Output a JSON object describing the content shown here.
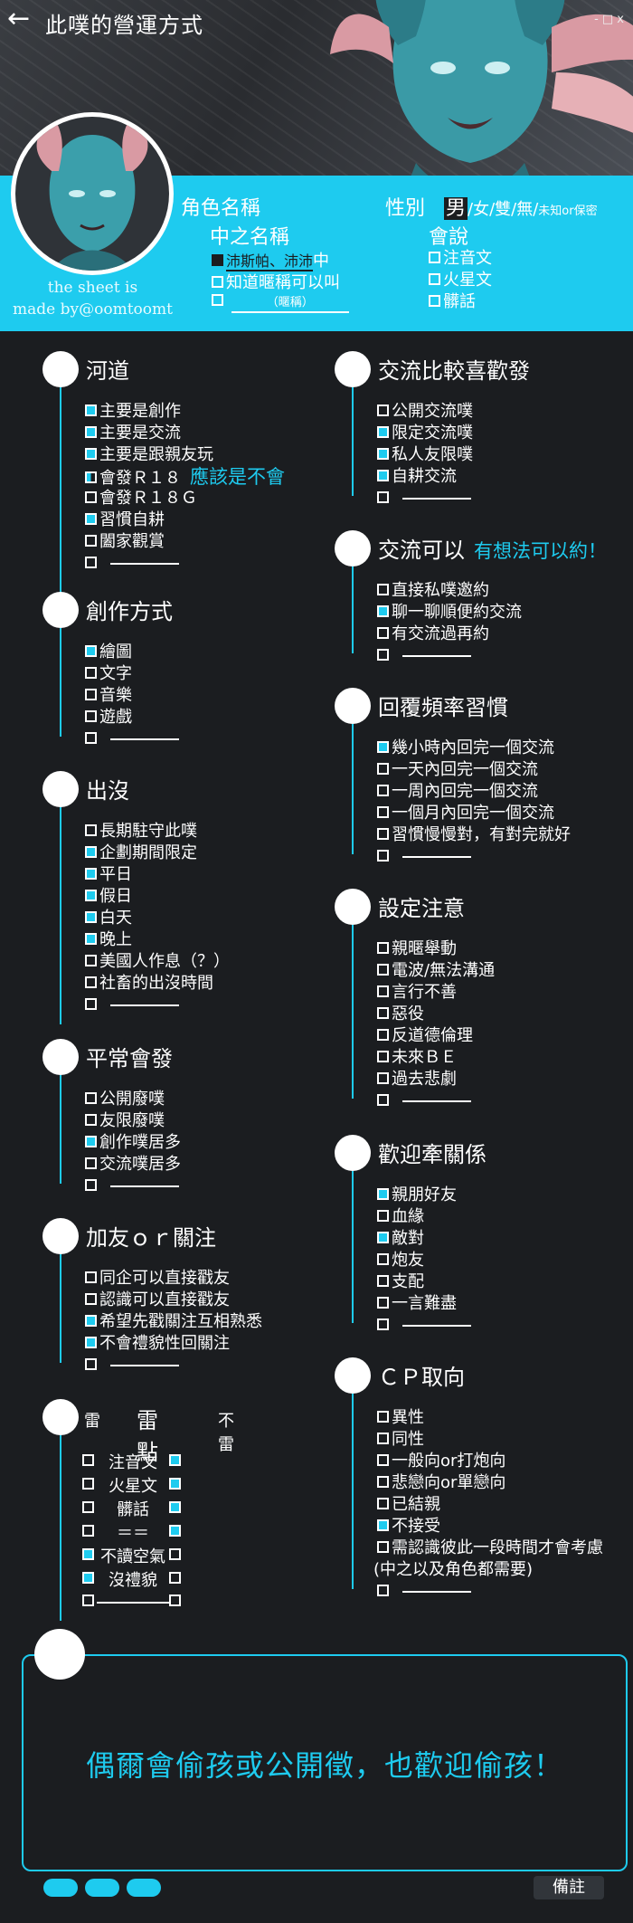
{
  "header": {
    "title": "此噗的營運方式",
    "window_controls": "- □ x"
  },
  "profile": {
    "char_name_label": "角色名稱",
    "gender_label": "性別",
    "gender_selected": "男",
    "gender_others": "/女/雙/無/",
    "gender_unknown": "未知or保密",
    "nakano_label": "中之名稱",
    "nakano_option1": "沛斯帕、沛沛",
    "nakano_option1_suffix": "中",
    "nakano_option2": "知道暱稱可以叫",
    "nicknames": "（暱稱）",
    "speak_label": "會說",
    "speak_options": [
      "注音文",
      "火星文",
      "髒話"
    ],
    "credit_line1": "the sheet is",
    "credit_line2": "made by@oomtoomt"
  },
  "left": [
    {
      "title": "河道",
      "items": [
        [
          "on",
          "主要是創作"
        ],
        [
          "on",
          "主要是交流"
        ],
        [
          "on",
          "主要是跟親友玩"
        ],
        [
          "half",
          "會發Ｒ１８"
        ],
        [
          "off",
          "會發Ｒ１８Ｇ"
        ],
        [
          "on",
          "習慣自耕"
        ],
        [
          "off",
          "闔家觀賞"
        ],
        [
          "off",
          ""
        ]
      ],
      "note": "應該是不會"
    },
    {
      "title": "創作方式",
      "items": [
        [
          "on",
          "繪圖"
        ],
        [
          "off",
          "文字"
        ],
        [
          "off",
          "音樂"
        ],
        [
          "off",
          "遊戲"
        ],
        [
          "off",
          ""
        ]
      ]
    },
    {
      "title": "出沒",
      "items": [
        [
          "off",
          "長期駐守此噗"
        ],
        [
          "on",
          "企劃期間限定"
        ],
        [
          "on",
          "平日"
        ],
        [
          "on",
          "假日"
        ],
        [
          "on",
          "白天"
        ],
        [
          "on",
          "晚上"
        ],
        [
          "off",
          "美國人作息（？）"
        ],
        [
          "off",
          "社畜的出沒時間"
        ],
        [
          "off",
          ""
        ]
      ]
    },
    {
      "title": "平常會發",
      "items": [
        [
          "off",
          "公開廢噗"
        ],
        [
          "off",
          "友限廢噗"
        ],
        [
          "on",
          "創作噗居多"
        ],
        [
          "off",
          "交流噗居多"
        ],
        [
          "off",
          ""
        ]
      ]
    },
    {
      "title": "加友ｏｒ關注",
      "items": [
        [
          "off",
          "同企可以直接戳友"
        ],
        [
          "off",
          "認識可以直接戳友"
        ],
        [
          "on",
          "希望先戳關注互相熟悉"
        ],
        [
          "on",
          "不會禮貌性回關注"
        ],
        [
          "off",
          ""
        ]
      ]
    }
  ],
  "right": [
    {
      "title": "交流比較喜歡發",
      "items": [
        [
          "off",
          "公開交流噗"
        ],
        [
          "on",
          "限定交流噗"
        ],
        [
          "on",
          "私人友限噗"
        ],
        [
          "on",
          "自耕交流"
        ],
        [
          "off",
          ""
        ]
      ]
    },
    {
      "title": "交流可以",
      "note": "有想法可以約！",
      "items": [
        [
          "off",
          "直接私噗邀約"
        ],
        [
          "on",
          "聊一聊順便約交流"
        ],
        [
          "off",
          "有交流過再約"
        ],
        [
          "off",
          ""
        ]
      ]
    },
    {
      "title": "回覆頻率習慣",
      "items": [
        [
          "on",
          "幾小時內回完一個交流"
        ],
        [
          "off",
          "一天內回完一個交流"
        ],
        [
          "off",
          "一周內回完一個交流"
        ],
        [
          "off",
          "一個月內回完一個交流"
        ],
        [
          "off",
          "習慣慢慢對，有對完就好"
        ],
        [
          "off",
          ""
        ]
      ]
    },
    {
      "title": "設定注意",
      "items": [
        [
          "off",
          "親暱舉動"
        ],
        [
          "off",
          "電波/無法溝通"
        ],
        [
          "off",
          "言行不善"
        ],
        [
          "off",
          "惡役"
        ],
        [
          "off",
          "反道德倫理"
        ],
        [
          "off",
          "未來ＢＥ"
        ],
        [
          "off",
          "過去悲劇"
        ],
        [
          "off",
          ""
        ]
      ]
    },
    {
      "title": "歡迎牽關係",
      "items": [
        [
          "on",
          "親朋好友"
        ],
        [
          "off",
          "血緣"
        ],
        [
          "on",
          "敵對"
        ],
        [
          "off",
          "炮友"
        ],
        [
          "off",
          "支配"
        ],
        [
          "off",
          "一言難盡"
        ],
        [
          "off",
          ""
        ]
      ]
    },
    {
      "title": "ＣＰ取向",
      "items": [
        [
          "off",
          "異性"
        ],
        [
          "off",
          "同性"
        ],
        [
          "off",
          "一般向or打炮向"
        ],
        [
          "off",
          "悲戀向or單戀向"
        ],
        [
          "off",
          "已結親"
        ],
        [
          "on",
          "不接受"
        ],
        [
          "off",
          "需認識彼此一段時間才會考慮"
        ],
        [
          "text",
          "(中之以及角色都需要)"
        ],
        [
          "off",
          ""
        ]
      ]
    }
  ],
  "minefield": {
    "title": "雷點",
    "left_label": "雷",
    "right_label": "不雷",
    "rows": [
      [
        "off",
        "注音文",
        "on"
      ],
      [
        "off",
        "火星文",
        "on"
      ],
      [
        "off",
        "髒話",
        "on"
      ],
      [
        "off",
        "＝＝",
        "on"
      ],
      [
        "on",
        "不讀空氣",
        "off"
      ],
      [
        "on",
        "沒禮貌",
        "off"
      ],
      [
        "off",
        "",
        "off"
      ]
    ]
  },
  "bottom": {
    "message": "偶爾會偷孩或公開徵，也歡迎偷孩！",
    "remark_button": "備註"
  }
}
